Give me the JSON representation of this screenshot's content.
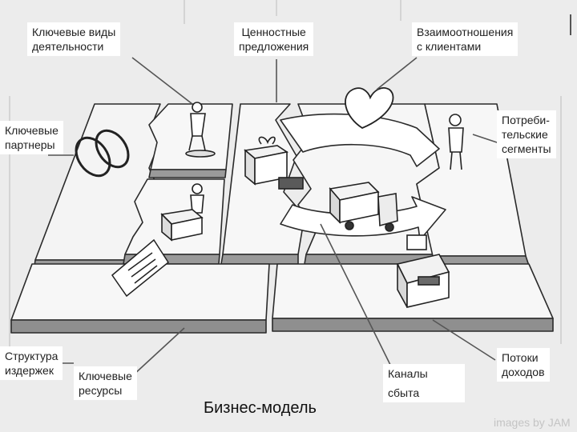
{
  "labels": {
    "key_activities": [
      "Ключевые виды",
      "деятельности"
    ],
    "value_propositions": [
      "Ценностные",
      "предложения"
    ],
    "customer_relationships": [
      "Взаимоотношения",
      "с клиентами"
    ],
    "key_partners": [
      "Ключевые",
      "партнеры"
    ],
    "customer_segments": [
      "Потреби-",
      "тельские",
      "сегменты"
    ],
    "cost_structure": [
      "Структура",
      "издержек"
    ],
    "key_resources": [
      "Ключевые",
      "ресурсы"
    ],
    "channels": [
      "Каналы",
      "сбыта"
    ],
    "revenue_streams": [
      "Потоки",
      "доходов"
    ]
  },
  "title": "Бизнес-модель",
  "credit": "images by JAM"
}
